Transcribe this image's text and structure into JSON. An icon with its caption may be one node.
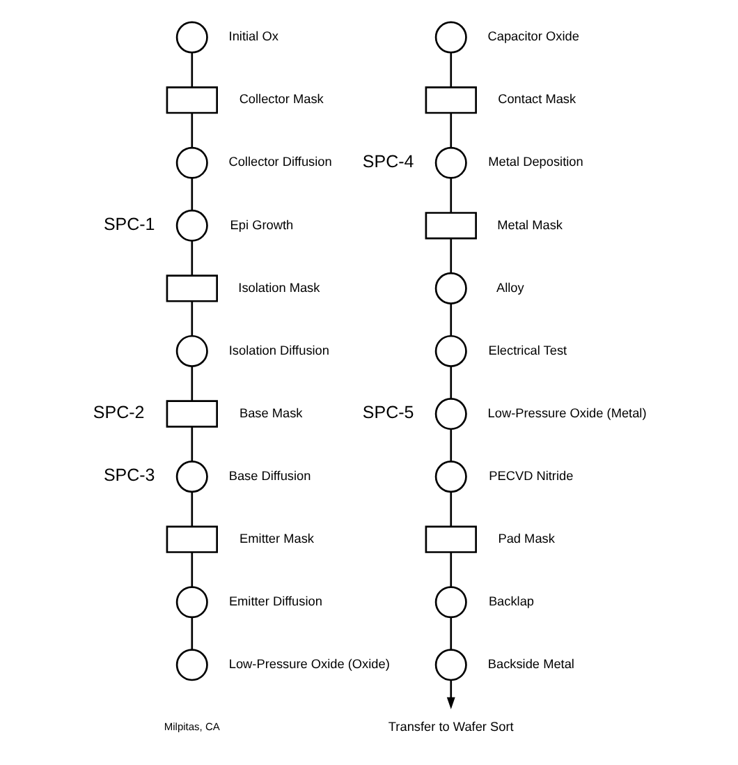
{
  "diagram": {
    "nodes": [
      {
        "text": [],
        "shape": "circle",
        "beside": [
          "Initial Ox"
        ]
      },
      {
        "text": [],
        "shape": "box",
        "beside": [
          "Collector Mask"
        ]
      },
      {
        "text": [],
        "shape": "circle",
        "beside": [
          "Collector Diffusion"
        ]
      },
      {
        "text": [],
        "shape": "circle",
        "beside": [
          "SPC-1",
          "Epi Growth"
        ]
      },
      {
        "text": [],
        "shape": "box",
        "beside": [
          "Isolation Mask"
        ]
      },
      {
        "text": [],
        "shape": "circle",
        "beside": [
          "Isolation Diffusion"
        ]
      },
      {
        "text": [],
        "shape": "box",
        "beside": [
          "SPC-2",
          "Base Mask"
        ]
      },
      {
        "text": [],
        "shape": "circle",
        "beside": [
          "SPC-3",
          "Base Diffusion"
        ]
      },
      {
        "text": [],
        "shape": "box",
        "beside": [
          "Emitter Mask"
        ]
      },
      {
        "text": [],
        "shape": "circle",
        "beside": [
          "Emitter Diffusion"
        ]
      },
      {
        "text": [],
        "shape": "circle",
        "beside": [
          "Low-Pressure Oxide (Oxide)"
        ]
      },
      {
        "text": [],
        "shape": "circle",
        "beside": [
          "Capacitor Oxide"
        ]
      },
      {
        "text": [],
        "shape": "box",
        "beside": [
          "Contact Mask"
        ]
      },
      {
        "text": [],
        "shape": "circle",
        "beside": [
          "SPC-4",
          "Metal Deposition"
        ]
      },
      {
        "text": [],
        "shape": "box",
        "beside": [
          "Metal Mask"
        ]
      },
      {
        "text": [],
        "shape": "circle",
        "beside": [
          "Alloy"
        ]
      },
      {
        "text": [],
        "shape": "circle",
        "beside": [
          "Electrical Test"
        ]
      },
      {
        "text": [],
        "shape": "circle",
        "beside": [
          "SPC-5",
          "Low-Pressure Oxide (Metal)"
        ]
      },
      {
        "text": [],
        "shape": "circle",
        "beside": [
          "PECVD Nitride"
        ]
      },
      {
        "text": [],
        "shape": "box",
        "beside": [
          "Pad Mask"
        ]
      },
      {
        "text": [],
        "shape": "circle",
        "beside": [
          "Backlap"
        ]
      },
      {
        "text": [],
        "shape": "circle",
        "beside": [
          "Backside Metal"
        ]
      },
      {
        "text": [
          "Transfer to Wafer Sort"
        ]
      }
    ],
    "edges": [
      {
        "from": 0,
        "to": 1,
        "arrow": "none"
      },
      {
        "from": 1,
        "to": 2,
        "arrow": "none"
      },
      {
        "from": 2,
        "to": 3,
        "arrow": "none"
      },
      {
        "from": 3,
        "to": 4,
        "arrow": "none"
      },
      {
        "from": 4,
        "to": 5,
        "arrow": "none"
      },
      {
        "from": 5,
        "to": 6,
        "arrow": "none"
      },
      {
        "from": 6,
        "to": 7,
        "arrow": "none"
      },
      {
        "from": 7,
        "to": 8,
        "arrow": "none"
      },
      {
        "from": 8,
        "to": 9,
        "arrow": "none"
      },
      {
        "from": 9,
        "to": 10,
        "arrow": "none"
      },
      {
        "from": 11,
        "to": 12,
        "arrow": "none"
      },
      {
        "from": 12,
        "to": 13,
        "arrow": "none"
      },
      {
        "from": 13,
        "to": 14,
        "arrow": "none"
      },
      {
        "from": 14,
        "to": 15,
        "arrow": "none"
      },
      {
        "from": 15,
        "to": 16,
        "arrow": "none"
      },
      {
        "from": 16,
        "to": 17,
        "arrow": "none"
      },
      {
        "from": 17,
        "to": 18,
        "arrow": "none"
      },
      {
        "from": 18,
        "to": 19,
        "arrow": "none"
      },
      {
        "from": 19,
        "to": 20,
        "arrow": "none"
      },
      {
        "from": 20,
        "to": 21,
        "arrow": "none"
      },
      {
        "from": 21,
        "to": 22,
        "arrow": "to"
      }
    ],
    "labels": [
      "Milpitas, CA"
    ]
  }
}
